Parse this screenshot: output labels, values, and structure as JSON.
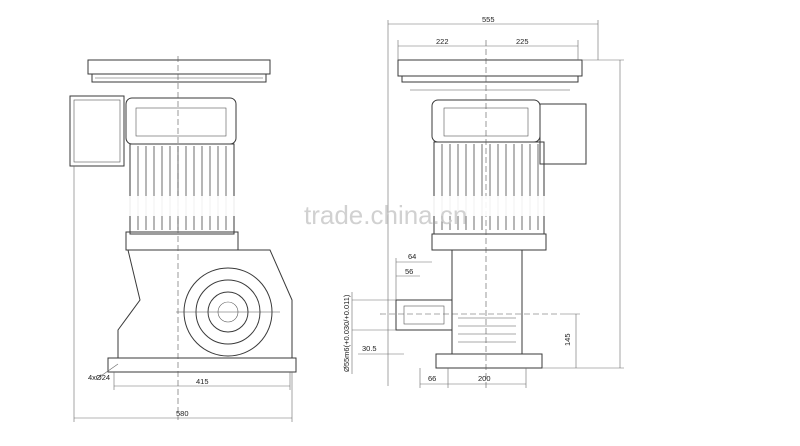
{
  "watermark": "trade.china.cn",
  "left_view": {
    "dims": {
      "hole_callout": "4xØ24",
      "base_inner": "415",
      "base_overall": "580"
    }
  },
  "right_view": {
    "dims": {
      "overall_top": "555",
      "top_left": "222",
      "top_right": "225",
      "shaft_64": "64",
      "shaft_56": "56",
      "shaft_dia": "Ø55m6(+0.030/+0.011)",
      "shaft_30_5": "30.5",
      "base_66": "66",
      "base_200": "200",
      "height_145": "145"
    }
  },
  "colors": {
    "line": "#3a3a3a",
    "watermark": "#c9c9c9"
  }
}
